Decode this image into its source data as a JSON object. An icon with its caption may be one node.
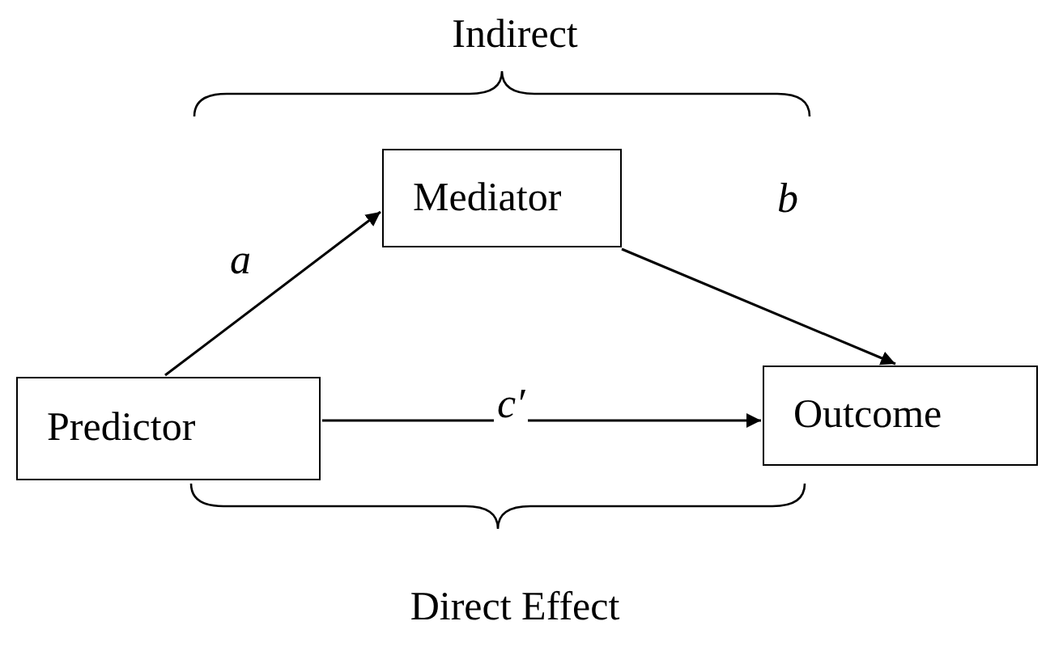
{
  "diagram": {
    "nodes": [
      {
        "text": [
          "Predictor"
        ]
      },
      {
        "text": [
          "Mediator"
        ]
      },
      {
        "text": [
          "Outcome"
        ]
      }
    ],
    "edges": [
      {
        "from": 0,
        "to": 1,
        "arrow": "to",
        "label": "a"
      },
      {
        "from": 1,
        "to": 2,
        "arrow": "to",
        "label": "b"
      },
      {
        "from": 0,
        "to": 2,
        "arrow": "to",
        "label": "c′"
      }
    ],
    "labels": [
      "Indirect",
      "Direct Effect"
    ]
  }
}
